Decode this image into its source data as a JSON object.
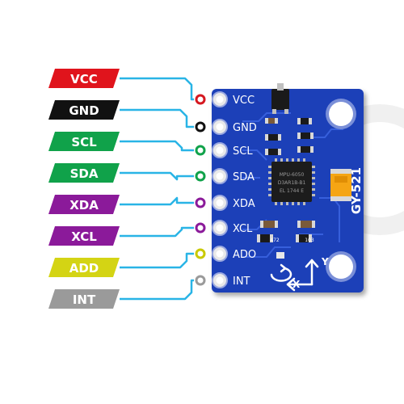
{
  "pins": [
    {
      "name": "VCC",
      "color": "#e0141c",
      "ring": "#d51820"
    },
    {
      "name": "GND",
      "color": "#111111",
      "ring": "#111111"
    },
    {
      "name": "SCL",
      "color": "#10a24a",
      "ring": "#10a24a"
    },
    {
      "name": "SDA",
      "color": "#10a24a",
      "ring": "#10a24a"
    },
    {
      "name": "XDA",
      "color": "#8b1a9a",
      "ring": "#8b1a9a"
    },
    {
      "name": "XCL",
      "color": "#8b1a9a",
      "ring": "#8b1a9a"
    },
    {
      "name": "ADD",
      "color": "#d4d414",
      "ring": "#c9c900"
    },
    {
      "name": "INT",
      "color": "#9a9a9a",
      "ring": "#9a9a9a"
    }
  ],
  "board": {
    "model": "GY-521",
    "pin_silk": [
      "VCC",
      "GND",
      "SCL",
      "SDA",
      "XDA",
      "XCL",
      "ADO",
      "INT"
    ],
    "axis_x": "X",
    "axis_y": "Y",
    "chip_lines": [
      "MPU-6050",
      "D3AR1B-B1",
      "EL 1744 E"
    ],
    "resistor_codes": [
      "472",
      "103"
    ],
    "pcb_color": "#1f3fb8",
    "wire_color": "#29b4e6"
  }
}
